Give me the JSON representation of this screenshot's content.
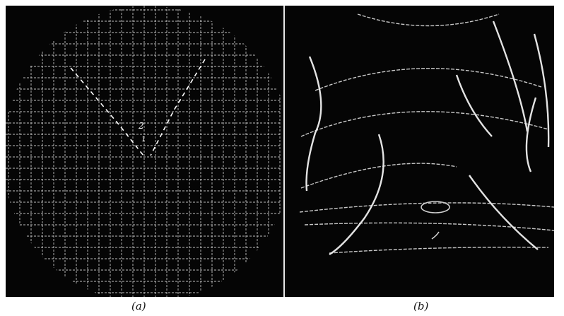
{
  "figure": {
    "panel_a": {
      "caption": "(a)",
      "path_labels": [
        "1",
        "2"
      ]
    },
    "panel_b": {
      "caption": "(b)"
    },
    "colors": {
      "background": "#050505",
      "grid_lines": "#e0e0e0",
      "page": "#ffffff"
    }
  }
}
